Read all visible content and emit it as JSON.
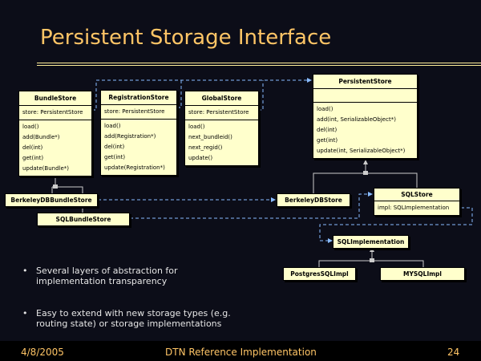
{
  "slide": {
    "title": "Persistent Storage Interface",
    "footer": {
      "date": "4/8/2005",
      "center": "DTN Reference Implementation",
      "page": "24"
    },
    "bullets": [
      {
        "lines": [
          "Several layers of abstraction for",
          "implementation transparency"
        ]
      },
      {
        "lines": [
          "Easy to extend with new storage types (e.g.",
          "routing state) or storage implementations"
        ]
      }
    ],
    "bullet_glyph": "•"
  },
  "diagram": {
    "classes": {
      "bundle_store": {
        "name": "BundleStore",
        "attributes": [
          "store: PersistentStore"
        ],
        "methods": [
          "load()",
          "add(Bundle*)",
          "del(int)",
          "get(int)",
          "update(Bundle*)"
        ]
      },
      "registration_store": {
        "name": "RegistrationStore",
        "attributes": [
          "store: PersistentStore"
        ],
        "methods": [
          "load()",
          "add(Registration*)",
          "del(int)",
          "get(int)",
          "update(Registration*)"
        ]
      },
      "global_store": {
        "name": "GlobalStore",
        "attributes": [
          "store: PersistentStore"
        ],
        "methods": [
          "load()",
          "next_bundleid()",
          "next_regid()",
          "update()"
        ]
      },
      "persistent_store": {
        "name": "PersistentStore",
        "attributes": [],
        "methods": [
          "load()",
          "add(int, SerializableObject*)",
          "del(int)",
          "get(int)",
          "update(int, SerializableObject*)"
        ]
      },
      "berkeley_db_bundle_store": {
        "name": "BerkeleyDBBundleStore"
      },
      "sql_bundle_store": {
        "name": "SQLBundleStore"
      },
      "berkeley_db_store": {
        "name": "BerkeleyDBStore"
      },
      "sql_store": {
        "name": "SQLStore",
        "attributes": [
          "impl: SQLImplementation"
        ]
      },
      "sql_implementation": {
        "name": "SQLImplementation"
      },
      "postgres_sql_impl": {
        "name": "PostgresSQLImpl"
      },
      "mysql_impl": {
        "name": "MYSQLImpl"
      }
    },
    "colors": {
      "box_fill": "#ffffcc",
      "dependency_line": "#88bbff",
      "inheritance_line": "#cccccc",
      "title": "#ffc566",
      "background": "#0c0d18"
    }
  }
}
